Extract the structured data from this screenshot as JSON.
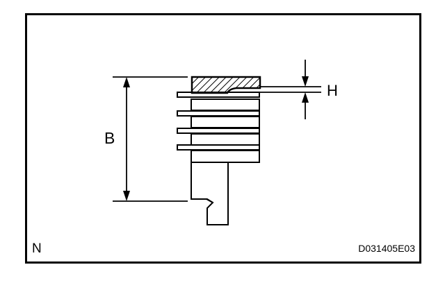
{
  "labels": {
    "dimension_b": "B",
    "dimension_h": "H",
    "corner_mark": "N",
    "figure_code": "D031405E03"
  },
  "colors": {
    "line": "#000000",
    "background": "#ffffff"
  }
}
